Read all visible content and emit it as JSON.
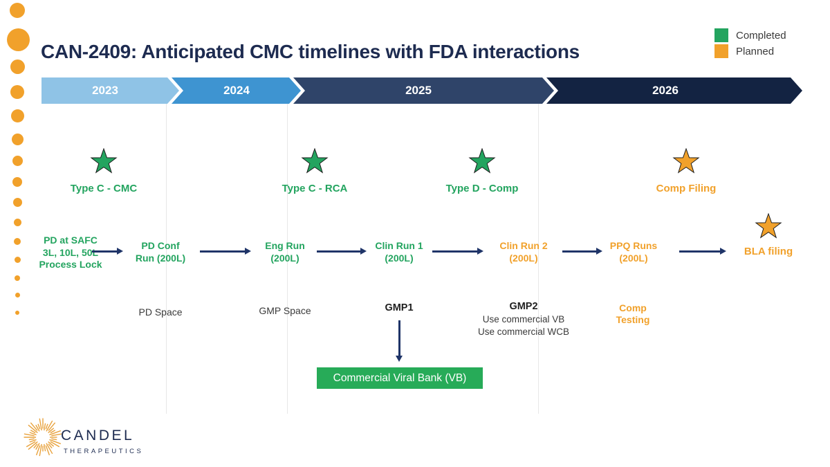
{
  "title": "CAN-2409: Anticipated CMC timelines with FDA interactions",
  "legend": {
    "items": [
      {
        "label": "Completed",
        "status": "completed"
      },
      {
        "label": "Planned",
        "status": "planned"
      }
    ]
  },
  "timeline_years": [
    {
      "label": "2023"
    },
    {
      "label": "2024"
    },
    {
      "label": "2025"
    },
    {
      "label": "2026"
    }
  ],
  "fda_interactions": [
    {
      "label": "Type C - CMC",
      "status": "completed",
      "icon": "star-icon"
    },
    {
      "label": "Type C - RCA",
      "status": "completed",
      "icon": "star-icon"
    },
    {
      "label": "Type D - Comp",
      "status": "completed",
      "icon": "star-icon"
    },
    {
      "label": "Comp Filing",
      "status": "planned",
      "icon": "star-icon"
    }
  ],
  "milestones": [
    {
      "text": "PD at SAFC\n3L, 10L, 50L\nProcess Lock",
      "status": "completed"
    },
    {
      "text": "PD Conf\nRun (200L)",
      "status": "completed"
    },
    {
      "text": "Eng Run\n(200L)",
      "status": "completed"
    },
    {
      "text": "Clin Run 1\n(200L)",
      "status": "completed"
    },
    {
      "text": "Clin Run 2\n(200L)",
      "status": "planned"
    },
    {
      "text": "PPQ Runs\n(200L)",
      "status": "planned"
    },
    {
      "text": "BLA filing",
      "status": "planned",
      "icon": "star-icon"
    }
  ],
  "facility_labels": [
    {
      "label": "PD Space"
    },
    {
      "label": "GMP Space"
    },
    {
      "label": "GMP1"
    },
    {
      "label": "GMP2",
      "note": "Use commercial VB\nUse commercial WCB"
    },
    {
      "label": "Comp\nTesting",
      "status": "planned"
    }
  ],
  "viral_bank_box": {
    "label": "Commercial Viral Bank (VB)"
  },
  "logo": {
    "name": "CANDEL",
    "subtitle": "THERAPEUTICS",
    "icon": "sunburst-icon"
  },
  "colors": {
    "navy": "#1D2B50",
    "arrow": "#1F3468",
    "green": "#23A45F",
    "orange": "#F1A12B",
    "box-green": "#27AB58",
    "logo-orange": "#E8A23C",
    "year-2023": "#8FC3E6",
    "year-2024": "#3E94D1",
    "year-2025": "#2F4469",
    "year-2026": "#132342",
    "text-dark": "#3A3A3A",
    "ink": "#1F1F1F",
    "line-gray": "#E7E7E7",
    "star-outline": "#1C1C1C"
  }
}
